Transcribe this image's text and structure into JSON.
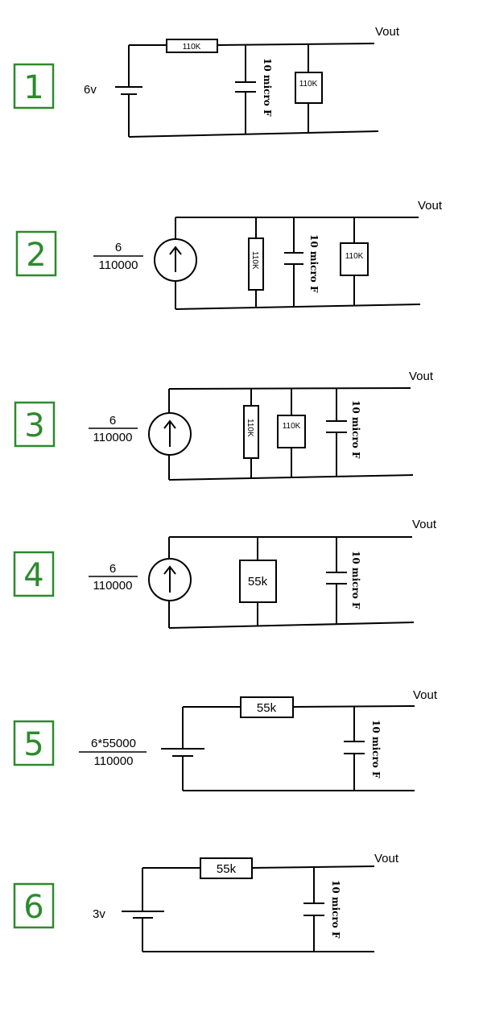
{
  "colors": {
    "accent": "#2d8a2d",
    "ink": "#000000"
  },
  "panels": [
    {
      "number": "1",
      "source_label": "6v",
      "resistor_series": "110K",
      "resistor_parallel": "110K",
      "capacitor": "10 micro F",
      "output": "Vout"
    },
    {
      "number": "2",
      "source_num": "6",
      "source_den": "110000",
      "resistor_a": "110K",
      "resistor_b": "110K",
      "capacitor": "10 micro F",
      "output": "Vout"
    },
    {
      "number": "3",
      "source_num": "6",
      "source_den": "110000",
      "resistor_a": "110K",
      "resistor_b": "110K",
      "capacitor": "10 micro F",
      "output": "Vout"
    },
    {
      "number": "4",
      "source_num": "6",
      "source_den": "110000",
      "resistor": "55k",
      "capacitor": "10 micro F",
      "output": "Vout"
    },
    {
      "number": "5",
      "source_num": "6*55000",
      "source_den": "110000",
      "resistor": "55k",
      "capacitor": "10 micro F",
      "output": "Vout"
    },
    {
      "number": "6",
      "source_label": "3v",
      "resistor": "55k",
      "capacitor": "10 micro F",
      "output": "Vout"
    }
  ]
}
